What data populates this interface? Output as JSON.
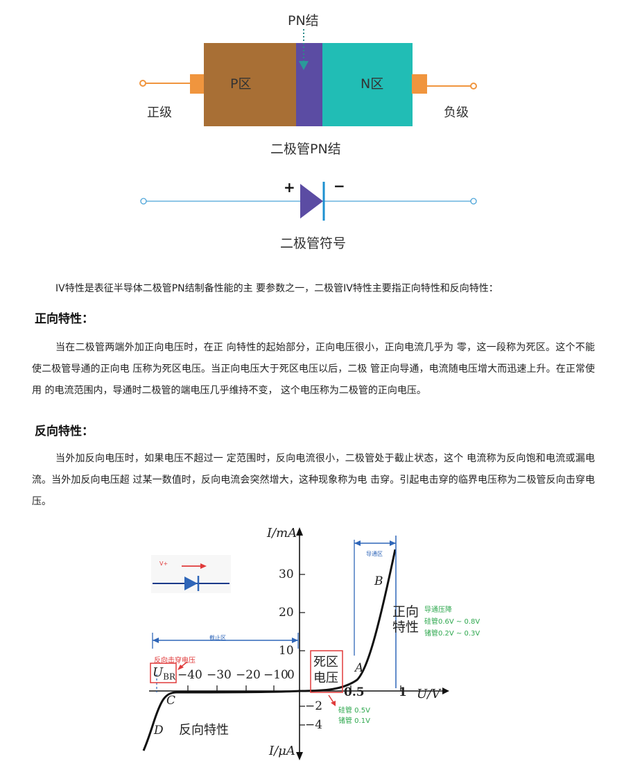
{
  "pn_diagram": {
    "junction_label": "PN结",
    "p_region_label": "P区",
    "n_region_label": "N区",
    "anode_label": "正级",
    "cathode_label": "负级",
    "caption": "二极管PN结",
    "colors": {
      "p": "#a86f35",
      "junction": "#5b4ca3",
      "n": "#21bdb5",
      "lead": "#f0953e"
    }
  },
  "symbol_diagram": {
    "plus": "+",
    "minus": "−",
    "caption": "二极管符号",
    "colors": {
      "line": "#4aa3d8",
      "triangle": "#5b4ca3"
    }
  },
  "intro": "IV特性是表征半导体二极管PN结制备性能的主 要参数之一，二极管IV特性主要指正向特性和反向特性：",
  "forward": {
    "heading": "正向特性：",
    "text": "当在二极管两端外加正向电压时，在正 向特性的起始部分，正向电压很小，正向电流几乎为 零，这一段称为死区。这个不能使二极管导通的正向电 压称为死区电压。当正向电压大于死区电压以后，二极 管正向导通，电流随电压增大而迅速上升。在正常使用 的电流范围内，导通时二极管的端电压几乎维持不变， 这个电压称为二极管的正向电压。"
  },
  "reverse": {
    "heading": "反向特性：",
    "text": "当外加反向电压时，如果电压不超过一 定范围时，反向电流很小，二极管处于截止状态，这个 电流称为反向饱和电流或漏电流。当外加反向电压超 过某一数值时，反向电流会突然增大，这种现象称为电 击穿。引起电击穿的临界电压称为二极管反向击穿电压。"
  },
  "iv_chart": {
    "y_pos_label": "I/mA",
    "y_neg_label": "I/μA",
    "x_label": "U/V",
    "y_ticks": [
      "30",
      "20",
      "10",
      "−2",
      "−4"
    ],
    "x_neg_ticks": [
      "−40",
      "−30",
      "−20",
      "−10",
      "0"
    ],
    "x_pos_ticks": [
      "0.5",
      "1"
    ],
    "point_A": "A",
    "point_B": "B",
    "point_C": "C",
    "point_D": "D",
    "dead_zone_line1": "死区",
    "dead_zone_line2": "电压",
    "forward_label_line1": "正向",
    "forward_label_line2": "特性",
    "reverse_label": "反向特性",
    "ubr_main": "U",
    "ubr_sub": "BR",
    "breakdown_label": "反向击穿电压",
    "cutoff_label": "截止区",
    "conduction_label": "导通区",
    "forward_drop_title": "导通压降",
    "forward_drop_si": "硅管0.6V ~ 0.8V",
    "forward_drop_ge": "锗管0.2V ~ 0.3V",
    "dead_si": "硅管 0.5V",
    "dead_ge": "锗管 0.1V",
    "inset_v_label": "V+",
    "colors": {
      "red": "#e03a3a",
      "blue": "#2f66b8",
      "green": "#2fa84f"
    }
  }
}
